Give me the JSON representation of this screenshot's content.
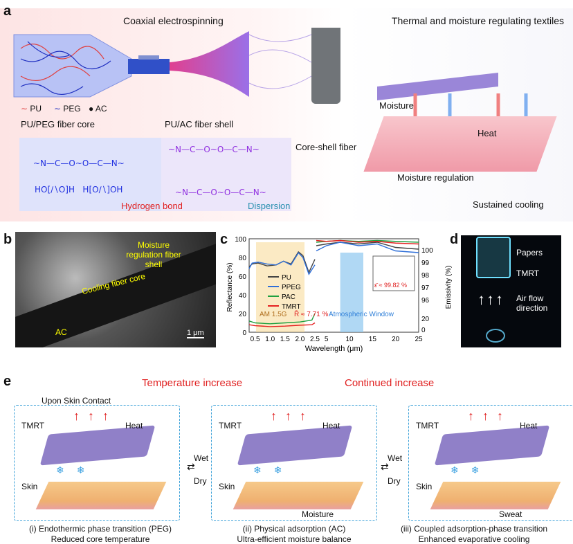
{
  "panel_a": {
    "label": "a",
    "left_title": "Coaxial electrospinning",
    "right_title": "Thermal and moisture regulating textiles",
    "legend": [
      "PU",
      "PEG",
      "AC"
    ],
    "core_label": "PU/PEG fiber core",
    "shell_label": "PU/AC fiber shell",
    "fiber_label": "Core-shell fiber",
    "chem_core_top": "~N—C—O~O—C—N~",
    "chem_core_bottom": "HO[∕∖O]H   H[O∕∖]OH",
    "chem_shell_top": "~N—C—O~O—C—N~",
    "chem_shell_bottom": "~N—C—O~O—C—N~",
    "hbond": "Hydrogen bond",
    "dispersion": "Dispersion",
    "moisture": "Moisture",
    "heat": "Heat",
    "moisture_regulation": "Moisture regulation",
    "sustained_cooling": "Sustained cooling"
  },
  "panel_b": {
    "label": "b",
    "shell": "Moisture regulation fiber shell",
    "core": "Cooling fiber core",
    "ac": "AC",
    "scale": "1 μm"
  },
  "panel_d": {
    "label": "d",
    "papers": "Papers",
    "tmrt": "TMRT",
    "airflow": "Air flow direction"
  },
  "panel_e": {
    "label": "e",
    "temp_increase": "Temperature increase",
    "continued_increase": "Continued increase",
    "upon_contact": "Upon Skin Contact",
    "wet": "Wet",
    "dry": "Dry",
    "stages": [
      {
        "tmrt": "TMRT",
        "heat": "Heat",
        "skin": "Skin",
        "extra": "",
        "caption1": "(i) Endothermic phase transition (PEG)",
        "caption2": "Reduced core temperature"
      },
      {
        "tmrt": "TMRT",
        "heat": "Heat",
        "skin": "Skin",
        "extra": "Moisture",
        "caption1": "(ii) Physical adsorption (AC)",
        "caption2": "Ultra-efficient moisture balance"
      },
      {
        "tmrt": "TMRT",
        "heat": "Heat",
        "skin": "Skin",
        "extra": "Sweat",
        "caption1": "(iii) Coupled adsorption-phase transition",
        "caption2": "Enhanced evaporative cooling"
      }
    ]
  },
  "chart_data": {
    "type": "line",
    "label": "c",
    "xlabel": "Wavelength (μm)",
    "ylabel": "Reflectance (%)",
    "y2label": "Emissivity (%)",
    "x_ticks_left": [
      "0.5",
      "1.0",
      "1.5",
      "2.0",
      "2.5"
    ],
    "x_ticks_right": [
      "5",
      "10",
      "15",
      "20",
      "25"
    ],
    "y_ticks_left": [
      "0",
      "20",
      "40",
      "60",
      "80",
      "100"
    ],
    "y_ticks_right": [
      "0",
      "20",
      "96",
      "97",
      "98",
      "99",
      "100"
    ],
    "xlim_left": [
      0.3,
      2.5
    ],
    "xlim_right": [
      2.5,
      25
    ],
    "ylim": [
      0,
      100
    ],
    "annotations": {
      "am": "AM 1.5G",
      "window": "Atmospheric Window",
      "rbar": "R̄ ≈ 7.71 %",
      "ebar": "ε̄ ≈ 99.82 %"
    },
    "colors": {
      "PU": "#444444",
      "PPEG": "#2f6fd8",
      "PAC": "#1fa040",
      "TMRT": "#e52020"
    },
    "series": [
      {
        "name": "PU",
        "x": [
          0.3,
          0.4,
          0.6,
          0.9,
          1.2,
          1.45,
          1.7,
          1.95,
          2.1,
          2.3,
          2.5
        ],
        "y": [
          70,
          73,
          74,
          71,
          72,
          76,
          73,
          86,
          82,
          64,
          78
        ]
      },
      {
        "name": "PPEG",
        "x": [
          0.3,
          0.4,
          0.6,
          0.9,
          1.2,
          1.45,
          1.7,
          1.95,
          2.1,
          2.3,
          2.5
        ],
        "y": [
          68,
          74,
          75,
          73,
          72,
          76,
          72,
          85,
          80,
          62,
          72
        ]
      },
      {
        "name": "PAC",
        "x": [
          0.3,
          0.5,
          1.0,
          1.5,
          2.0,
          2.4,
          2.5
        ],
        "y": [
          12,
          10,
          9,
          10,
          11,
          13,
          20
        ]
      },
      {
        "name": "TMRT",
        "x": [
          0.3,
          0.5,
          1.0,
          1.5,
          2.0,
          2.4,
          2.5
        ],
        "y": [
          8,
          7,
          6,
          6.5,
          7.5,
          8,
          10
        ]
      },
      {
        "name": "PU-IR",
        "x": [
          2.8,
          5,
          8,
          12,
          16,
          20,
          25
        ],
        "y": [
          99.6,
          99.7,
          99.8,
          99.7,
          99.8,
          99.5,
          99.4
        ]
      },
      {
        "name": "PPEG-IR",
        "x": [
          2.8,
          5,
          8,
          12,
          16,
          20,
          25
        ],
        "y": [
          99.3,
          99.6,
          99.8,
          99.6,
          99.7,
          99.3,
          99.2
        ]
      },
      {
        "name": "PAC-IR",
        "x": [
          2.8,
          5,
          8,
          12,
          16,
          20,
          25
        ],
        "y": [
          99.8,
          99.85,
          99.9,
          99.85,
          99.9,
          99.85,
          99.8
        ]
      },
      {
        "name": "TMRT-IR",
        "x": [
          2.8,
          5,
          8,
          12,
          16,
          20,
          25
        ],
        "y": [
          99.9,
          99.85,
          99.9,
          99.8,
          99.85,
          99.75,
          99.7
        ]
      }
    ]
  }
}
